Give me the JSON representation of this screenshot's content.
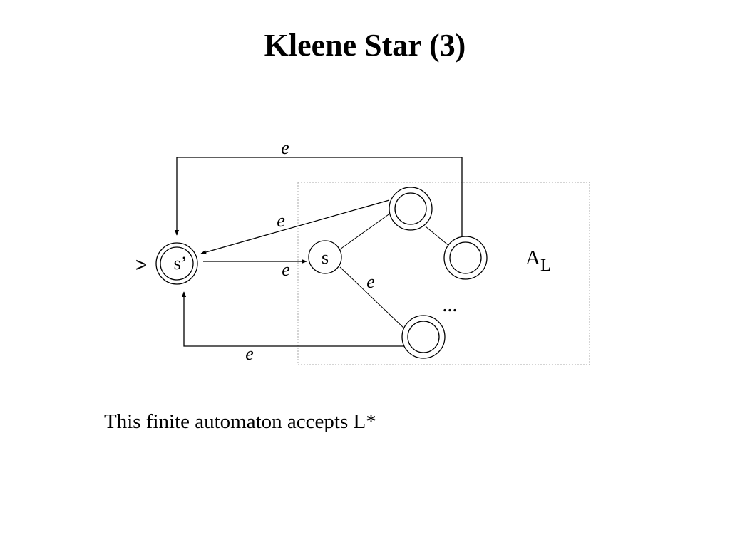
{
  "title": "Kleene Star (3)",
  "caption": "This finite automaton accepts L*",
  "diagram": {
    "start_marker": ">",
    "new_start_state": "s’",
    "original_start_state": "s",
    "automaton_name": "A",
    "automaton_subscript": "L",
    "ellipsis": "...",
    "edge_labels": {
      "top_loop": "e",
      "upper_final": "e",
      "start_to_s": "e",
      "s_to_lower": "e",
      "bottom_loop": "e"
    }
  }
}
